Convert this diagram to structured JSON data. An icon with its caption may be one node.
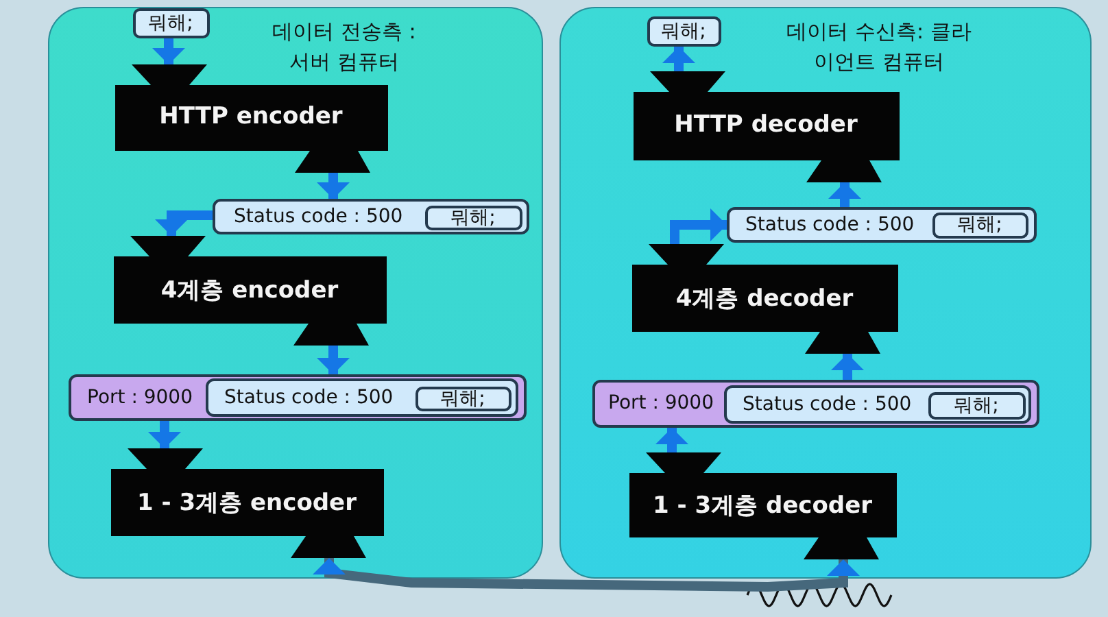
{
  "diagram": {
    "nodes": [
      {
        "text": [
          "데이터 전송측 : 서버 컴퓨터"
        ]
      },
      {
        "text": [
          "뭐해;"
        ],
        "in": 0
      },
      {
        "text": [
          "HTTP encoder"
        ],
        "in": 0
      },
      {
        "text": [
          "Status code : 500"
        ],
        "in": 0
      },
      {
        "text": [
          "뭐해;"
        ],
        "in": 3
      },
      {
        "text": [
          "4계층 encoder"
        ],
        "in": 0
      },
      {
        "text": [
          "Port : 9000"
        ],
        "in": 0
      },
      {
        "text": [
          "Status code : 500"
        ],
        "in": 6
      },
      {
        "text": [
          "뭐해;"
        ],
        "in": 7
      },
      {
        "text": [
          "1 - 3계층 encoder"
        ],
        "in": 0
      },
      {
        "text": [
          "데이터 수신측: 클라이언트 컴퓨터"
        ]
      },
      {
        "text": [
          "뭐해;"
        ],
        "in": 10
      },
      {
        "text": [
          "HTTP decoder"
        ],
        "in": 10
      },
      {
        "text": [
          "Status code : 500"
        ],
        "in": 10
      },
      {
        "text": [
          "뭐해;"
        ],
        "in": 13
      },
      {
        "text": [
          "4계층 decoder"
        ],
        "in": 10
      },
      {
        "text": [
          "Port : 9000"
        ],
        "in": 10
      },
      {
        "text": [
          "Status code : 500"
        ],
        "in": 16
      },
      {
        "text": [
          "뭐해;"
        ],
        "in": 17
      },
      {
        "text": [
          "1 - 3계층 decoder"
        ],
        "in": 10
      }
    ],
    "edges": [
      {
        "from": 1,
        "to": 2,
        "arrow": "to"
      },
      {
        "from": 2,
        "to": 3,
        "arrow": "to"
      },
      {
        "from": 3,
        "to": 5,
        "arrow": "to"
      },
      {
        "from": 5,
        "to": 6,
        "arrow": "to"
      },
      {
        "from": 6,
        "to": 9,
        "arrow": "to"
      },
      {
        "from": 9,
        "to": 19,
        "arrow": "both",
        "color": "#46687c"
      },
      {
        "from": 19,
        "to": 16,
        "arrow": "to"
      },
      {
        "from": 16,
        "to": 15,
        "arrow": "to"
      },
      {
        "from": 15,
        "to": 13,
        "arrow": "to"
      },
      {
        "from": 13,
        "to": 12,
        "arrow": "to"
      },
      {
        "from": 12,
        "to": 11,
        "arrow": "to"
      }
    ]
  }
}
